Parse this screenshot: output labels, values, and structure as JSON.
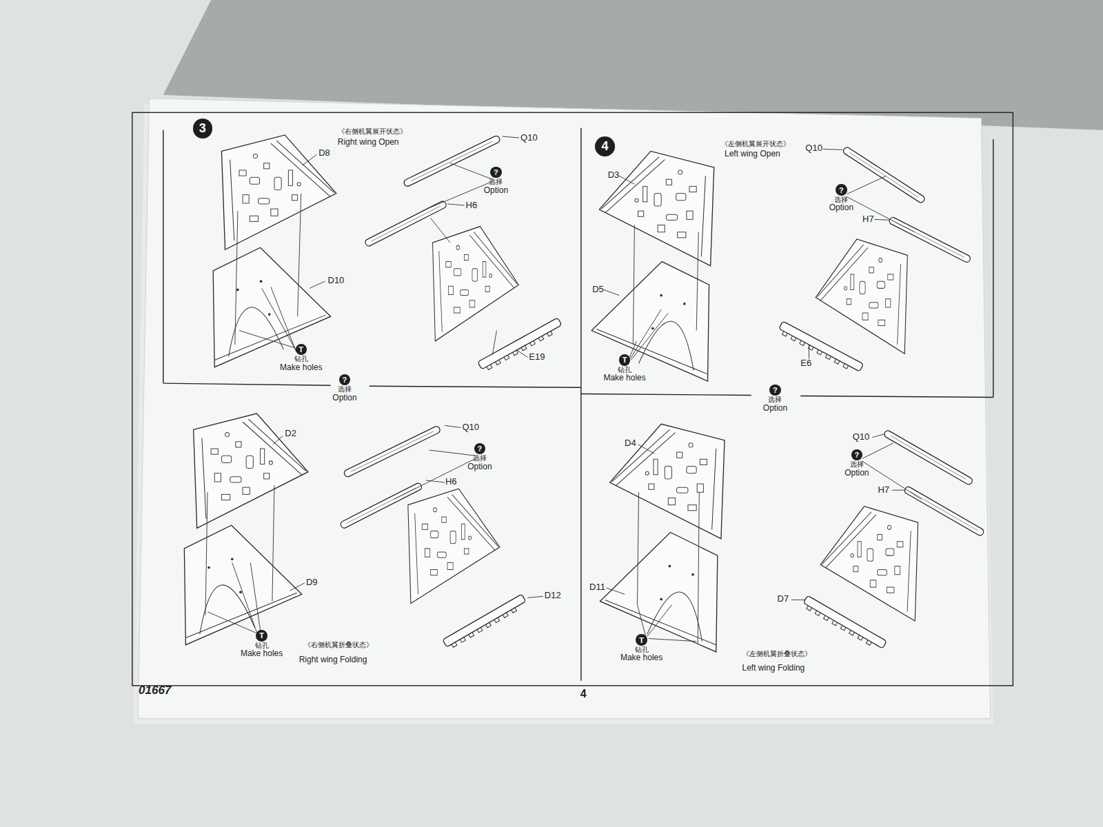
{
  "diagram": {
    "nodes": [
      {
        "text": [
          "3"
        ]
      },
      {
        "text": [
          "?",
          "选择",
          "Option"
        ]
      },
      {
        "text": [
          "T",
          "钻孔",
          "Make holes"
        ]
      },
      {
        "text": [
          "?",
          "选择",
          "Option"
        ]
      },
      {
        "text": [
          "?",
          "选择",
          "Option"
        ]
      },
      {
        "text": [
          "T",
          "钻孔",
          "Make holes"
        ]
      },
      {
        "text": [
          "4"
        ]
      },
      {
        "text": [
          "?",
          "选择",
          "Option"
        ]
      },
      {
        "text": [
          "T",
          "钻孔",
          "Make holes"
        ]
      },
      {
        "text": [
          "?",
          "选择",
          "Option"
        ]
      },
      {
        "text": [
          "?",
          "选择",
          "Option"
        ]
      },
      {
        "text": [
          "T",
          "钻孔",
          "Make holes"
        ]
      }
    ],
    "labels": [
      "《右侧机翼展开状态》",
      "Right wing Open",
      "D8",
      "Q10",
      "H6",
      "D10",
      "E19",
      "D2",
      "Q10",
      "H6",
      "D9",
      "《右侧机翼折叠状态》",
      "Right wing Folding",
      "D12",
      "《左侧机翼展开状态》",
      "Left wing Open",
      "Q10",
      "D3",
      "H7",
      "D5",
      "E6",
      "D4",
      "Q10",
      "H7",
      "D11",
      "D7",
      "《左侧机翼折叠状态》",
      "Left wing Folding",
      "01667",
      "4"
    ]
  }
}
